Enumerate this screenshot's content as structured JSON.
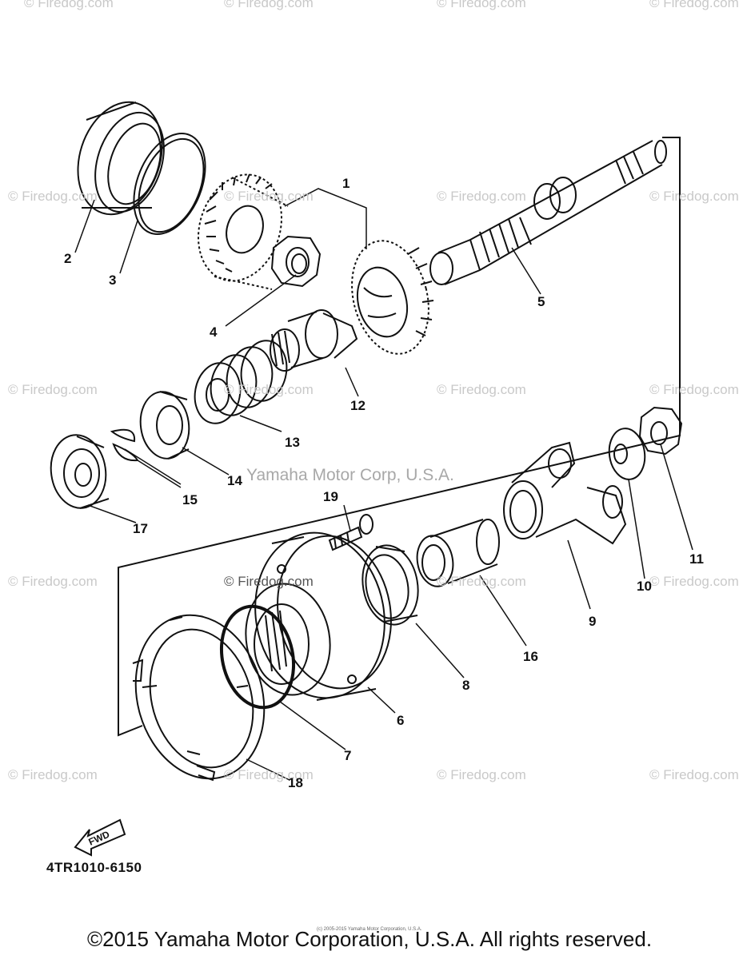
{
  "watermarks": {
    "text": "© Firedog.com"
  },
  "callouts": {
    "c1": "1",
    "c2": "2",
    "c3": "3",
    "c4": "4",
    "c5": "5",
    "c6": "6",
    "c7": "7",
    "c8": "8",
    "c9": "9",
    "c10": "10",
    "c11": "11",
    "c12": "12",
    "c13": "13",
    "c14": "14",
    "c15": "15",
    "c16": "16",
    "c17": "17",
    "c18": "18",
    "c19": "19"
  },
  "fwd_label": "FWD",
  "diagram_code": "4TR1010-6150",
  "center_watermark": "Yamaha Motor Corp, U.S.A.",
  "small_copyright": "(c) 2005-2015 Yamaha Motor Corporation, U.S.A.",
  "footer": "©2015 Yamaha Motor Corporation, U.S.A. All rights reserved."
}
